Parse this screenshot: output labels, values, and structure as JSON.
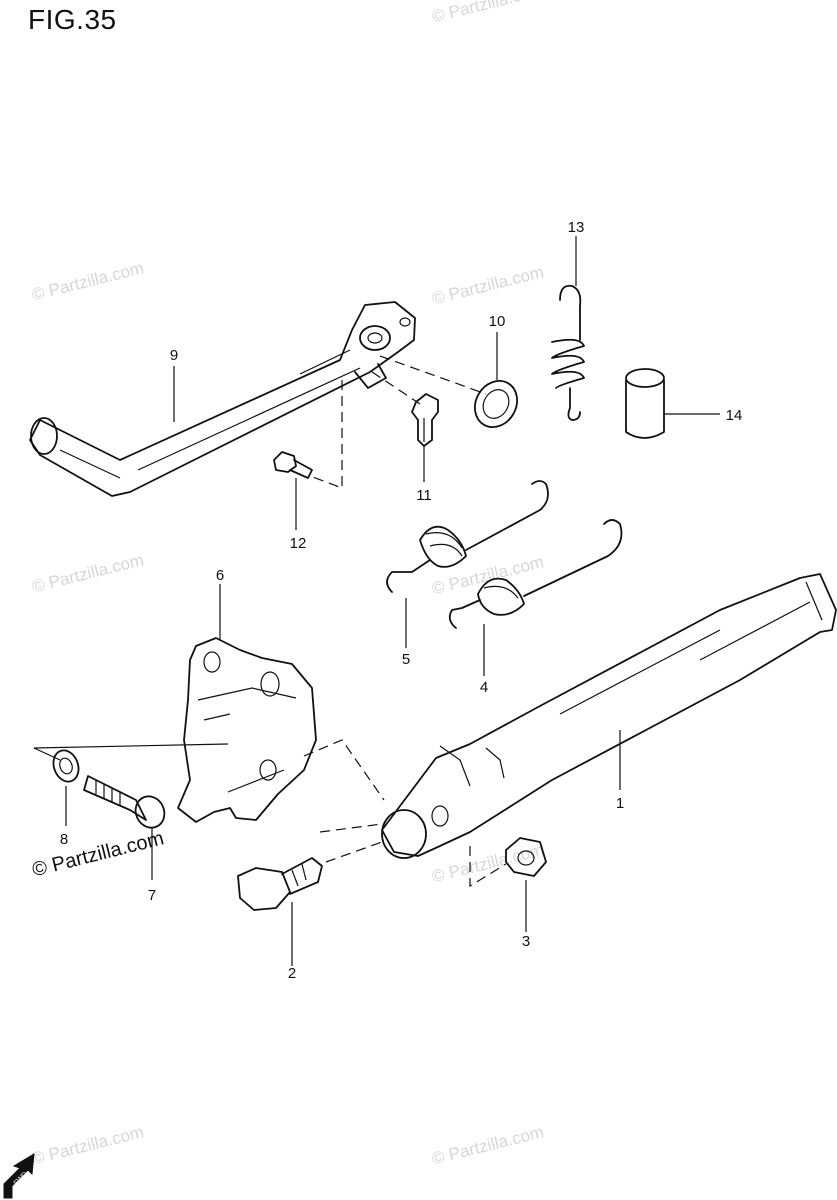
{
  "figure": {
    "title": "FIG.35"
  },
  "watermark": {
    "text": "© Partzilla.com"
  },
  "fwd_label": "FWD",
  "callouts": {
    "c1": "1",
    "c2": "2",
    "c3": "3",
    "c4": "4",
    "c5": "5",
    "c6": "6",
    "c7": "7",
    "c8": "8",
    "c9": "9",
    "c10": "10",
    "c11": "11",
    "c12": "12",
    "c13": "13",
    "c14": "14"
  }
}
